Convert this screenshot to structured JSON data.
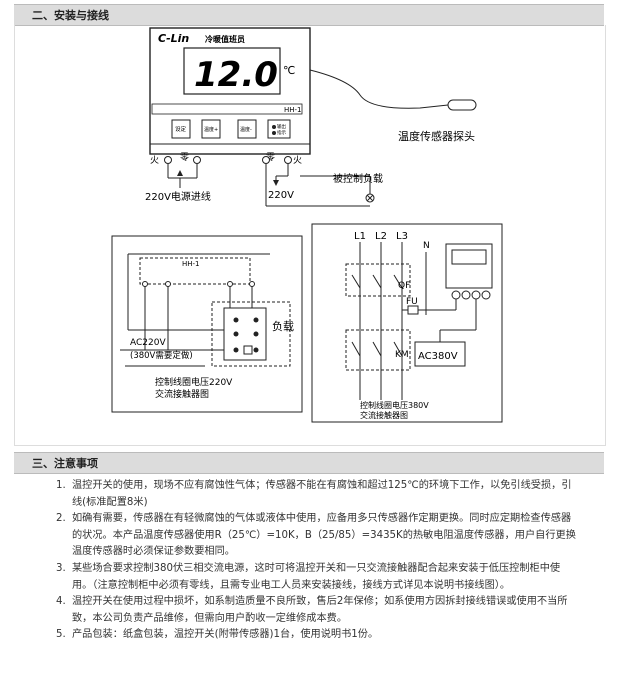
{
  "section1": {
    "title": "二、安装与接线"
  },
  "section2": {
    "title": "三、注意事项"
  },
  "device": {
    "brand": "C-Lin",
    "subtitle": "冷暖值班员",
    "display": "12.0",
    "unit": "℃",
    "model": "HH-1",
    "buttons": [
      "设定",
      "温度+",
      "温度-",
      "输出指示"
    ],
    "terminals": [
      "火",
      "零",
      "零",
      "火"
    ]
  },
  "top_labels": {
    "sensor": "温度传感器探头",
    "power_in": "220V电源进线",
    "load": "被控制负载",
    "out_voltage": "220V"
  },
  "diagram_left": {
    "model": "HH-1",
    "load": "负载",
    "supply": "AC220V",
    "supply_note": "(380V需要定做)",
    "caption1": "控制线圈电压220V",
    "caption2": "交流接触器图"
  },
  "diagram_right": {
    "phases": [
      "L1",
      "L2",
      "L3"
    ],
    "neutral": "N",
    "breaker": "QF",
    "fuse": "FU",
    "contactor": "KM",
    "coil": "AC380V",
    "caption1": "控制线圈电压380V",
    "caption2": "交流接触器图"
  },
  "notes": [
    {
      "num": "1.",
      "text": "温控开关的使用，现场不应有腐蚀性气体；传感器不能在有腐蚀和超过125℃的环境下工作，以免引线受损，引线(标准配置8米)"
    },
    {
      "num": "2.",
      "text": "如确有需要，传感器在有轻微腐蚀的气体或液体中使用，应备用多只传感器作定期更换。同时应定期检查传感器的状况。本产品温度传感器使用R（25℃）=10K，B（25/85）=3435K的热敏电阻温度传感器，用户自行更换温度传感器时必须保证参数要相同。"
    },
    {
      "num": "3.",
      "text": "某些场合要求控制380伏三相交流电源，这时可将温控开关和一只交流接触器配合起来安装于低压控制柜中使用。（注意控制柜中必须有零线，且需专业电工人员来安装接线，接线方式详见本说明书接线图）。"
    },
    {
      "num": "4.",
      "text": "温控开关在使用过程中损坏，如系制造质量不良所致，售后2年保修；如系使用方因拆封接线错误或使用不当所致，本公司负责产品维修，但需向用户酌收一定维修成本费。"
    },
    {
      "num": "5.",
      "text": "产品包装：纸盒包装，温控开关(附带传感器)1台，使用说明书1份。"
    }
  ]
}
